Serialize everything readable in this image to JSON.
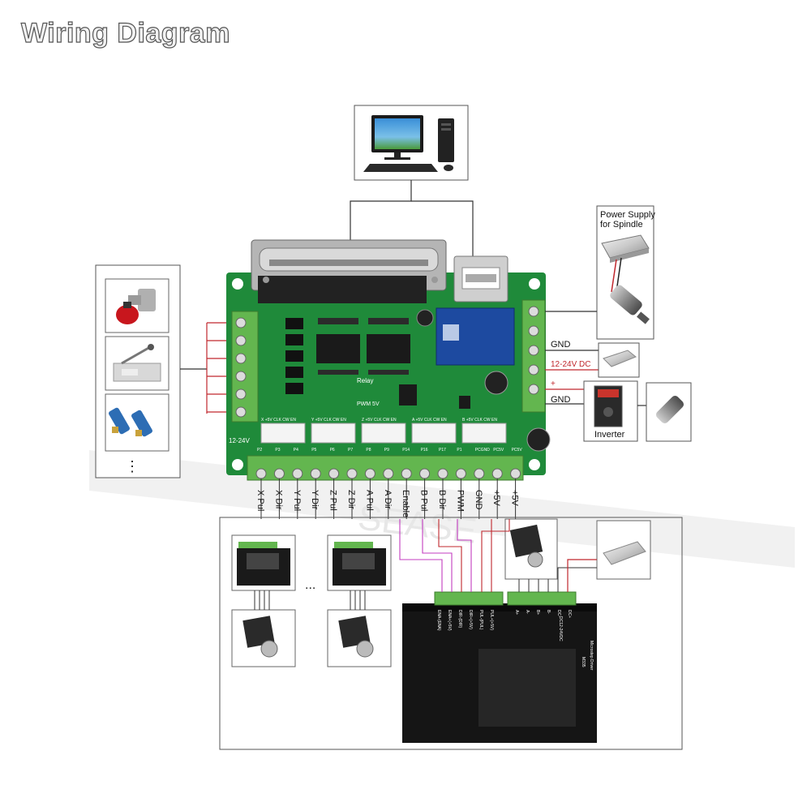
{
  "title": "Wiring Diagram",
  "labels": {
    "power_supply_spindle_1": "Power Supply",
    "power_supply_spindle_2": "for Spindle",
    "gnd_top": "GND",
    "vdc": "12-24V DC",
    "plus": "+",
    "gnd_bottom": "GND",
    "inverter": "Inverter",
    "ellipsis_left": "⋮",
    "ellipsis_drivers": "...",
    "board_power": "12-24V",
    "relay_text": "Relay",
    "pwm_text": "PWM 5V",
    "watermark": "SEASE"
  },
  "board_pins": [
    "P2",
    "P3",
    "P4",
    "P5",
    "P6",
    "P7",
    "P8",
    "P9",
    "P14",
    "P16",
    "P17",
    "P1",
    "PCGND",
    "PC5V",
    "PC5V"
  ],
  "output_pins": [
    "X Pul",
    "X Dir",
    "Y Pul",
    "Y Dir",
    "Z Pul",
    "Z Dir",
    "A Pul",
    "A Dir",
    "Enable",
    "B Pul",
    "B Dir",
    "PWM",
    "GND",
    "+5V",
    "+5V"
  ],
  "header_groups": [
    "X +5V CLK CW EN",
    "Y +5V CLK CW EN",
    "Z +5V CLK CW EN",
    "A +5V CLK CW EN",
    "B +5V CLK CW EN"
  ],
  "driver": {
    "name": "Microstep Driver",
    "model": "M335",
    "voltage": "DC12-24VDC",
    "top_pins": [
      "ENA-(ENA)",
      "ENA+(+5V)",
      "DIR-(DIR)",
      "DIR+(+5V)",
      "PUL-(PUL)",
      "PUL+(+5V)"
    ],
    "motor_pins": [
      "A+",
      "A-",
      "B+",
      "B-",
      "DC-",
      "DC+"
    ]
  },
  "colors": {
    "board": "#1f8a3a",
    "terminal": "#63b64f",
    "wire": "#c0272d",
    "line": "#333333"
  }
}
